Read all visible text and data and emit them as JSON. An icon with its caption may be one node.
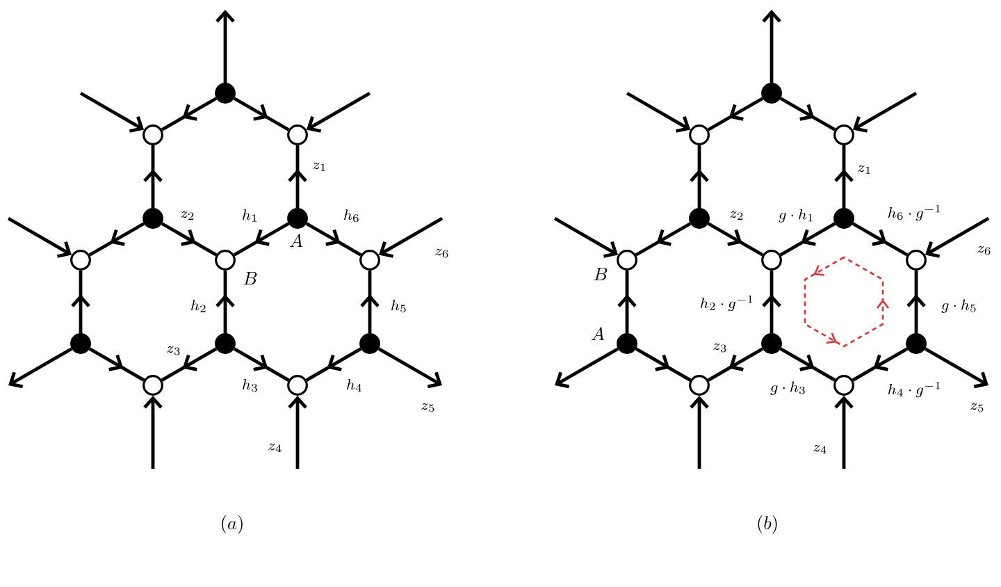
{
  "diagram": {
    "nodes": [
      {
        "text": [],
        "shape": "dot"
      },
      {
        "text": [],
        "shape": "circle"
      },
      {
        "text": [],
        "shape": "circle"
      },
      {
        "text": [],
        "shape": "dot"
      },
      {
        "text": [],
        "shape": "dot",
        "beside": [
          "A"
        ]
      },
      {
        "text": [],
        "shape": "circle"
      },
      {
        "text": [],
        "shape": "circle",
        "beside": [
          "B"
        ]
      },
      {
        "text": [],
        "shape": "circle"
      },
      {
        "text": [],
        "shape": "dot"
      },
      {
        "text": [],
        "shape": "dot"
      },
      {
        "text": [],
        "shape": "dot"
      },
      {
        "text": [],
        "shape": "circle"
      },
      {
        "text": [],
        "shape": "circle"
      },
      {
        "text": [],
        "shape": "dot"
      },
      {
        "text": [],
        "shape": "circle"
      },
      {
        "text": [],
        "shape": "circle"
      },
      {
        "text": [],
        "shape": "dot"
      },
      {
        "text": [],
        "shape": "dot"
      },
      {
        "text": [],
        "shape": "circle",
        "beside": [
          "B"
        ]
      },
      {
        "text": [],
        "shape": "circle"
      },
      {
        "text": [],
        "shape": "circle"
      },
      {
        "text": [],
        "shape": "dot",
        "beside": [
          "A"
        ]
      },
      {
        "text": [],
        "shape": "dot"
      },
      {
        "text": [],
        "shape": "dot"
      },
      {
        "text": [],
        "shape": "circle"
      },
      {
        "text": [],
        "shape": "circle"
      }
    ],
    "edges": [
      {
        "from": 0,
        "to": 1,
        "arrow": "to"
      },
      {
        "from": 0,
        "to": 2,
        "arrow": "to"
      },
      {
        "from": 3,
        "to": 1,
        "arrow": "to"
      },
      {
        "from": 4,
        "to": 2,
        "arrow": "to",
        "label": "z_1"
      },
      {
        "from": 3,
        "to": 5,
        "arrow": "to"
      },
      {
        "from": 3,
        "to": 6,
        "arrow": "to",
        "label": "z_2"
      },
      {
        "from": 4,
        "to": 6,
        "arrow": "to",
        "label": "h_1"
      },
      {
        "from": 4,
        "to": 7,
        "arrow": "to",
        "label": "h_6"
      },
      {
        "from": 8,
        "to": 5,
        "arrow": "to"
      },
      {
        "from": 9,
        "to": 6,
        "arrow": "to",
        "label": "h_2"
      },
      {
        "from": 10,
        "to": 7,
        "arrow": "to",
        "label": "h_5"
      },
      {
        "from": 8,
        "to": 11,
        "arrow": "to"
      },
      {
        "from": 9,
        "to": 11,
        "arrow": "to",
        "label": "z_3"
      },
      {
        "from": 9,
        "to": 12,
        "arrow": "to",
        "label": "h_3"
      },
      {
        "from": 10,
        "to": 12,
        "arrow": "to",
        "label": "h_4"
      },
      {
        "from": 0,
        "to": null,
        "arrow": "to"
      },
      {
        "from": null,
        "to": 1,
        "arrow": "to"
      },
      {
        "from": null,
        "to": 2,
        "arrow": "to"
      },
      {
        "from": null,
        "to": 5,
        "arrow": "to"
      },
      {
        "from": null,
        "to": 7,
        "arrow": "to",
        "label": "z_6"
      },
      {
        "from": 8,
        "to": null,
        "arrow": "to"
      },
      {
        "from": 10,
        "to": null,
        "arrow": "to",
        "label": "z_5"
      },
      {
        "from": null,
        "to": 11,
        "arrow": "to"
      },
      {
        "from": null,
        "to": 12,
        "arrow": "to",
        "label": "z_4"
      },
      {
        "from": 13,
        "to": 14,
        "arrow": "to"
      },
      {
        "from": 13,
        "to": 15,
        "arrow": "to"
      },
      {
        "from": 16,
        "to": 14,
        "arrow": "to"
      },
      {
        "from": 17,
        "to": 15,
        "arrow": "to",
        "label": "z_1"
      },
      {
        "from": 16,
        "to": 18,
        "arrow": "to"
      },
      {
        "from": 16,
        "to": 19,
        "arrow": "to",
        "label": "z_2"
      },
      {
        "from": 17,
        "to": 19,
        "arrow": "to",
        "label": "g\\cdot h_1"
      },
      {
        "from": 17,
        "to": 20,
        "arrow": "to",
        "label": "h_6\\cdot g^{-1}"
      },
      {
        "from": 21,
        "to": 18,
        "arrow": "to"
      },
      {
        "from": 22,
        "to": 19,
        "arrow": "to",
        "label": "h_2\\cdot g^{-1}"
      },
      {
        "from": 23,
        "to": 20,
        "arrow": "to",
        "label": "g\\cdot h_5"
      },
      {
        "from": 21,
        "to": 24,
        "arrow": "to"
      },
      {
        "from": 22,
        "to": 24,
        "arrow": "to",
        "label": "z_3"
      },
      {
        "from": 22,
        "to": 25,
        "arrow": "to",
        "label": "g\\cdot h_3"
      },
      {
        "from": 23,
        "to": 25,
        "arrow": "to",
        "label": "h_4\\cdot g^{-1}"
      },
      {
        "from": 13,
        "to": null,
        "arrow": "to"
      },
      {
        "from": null,
        "to": 14,
        "arrow": "to"
      },
      {
        "from": null,
        "to": 15,
        "arrow": "to"
      },
      {
        "from": null,
        "to": 18,
        "arrow": "to"
      },
      {
        "from": null,
        "to": 20,
        "arrow": "to",
        "label": "z_6"
      },
      {
        "from": 21,
        "to": null,
        "arrow": "to"
      },
      {
        "from": 23,
        "to": null,
        "arrow": "to",
        "label": "z_5"
      },
      {
        "from": null,
        "to": 24,
        "arrow": "to"
      },
      {
        "from": null,
        "to": 25,
        "arrow": "to",
        "label": "z_4"
      }
    ],
    "labels": [
      "(a)",
      "(b)"
    ]
  }
}
